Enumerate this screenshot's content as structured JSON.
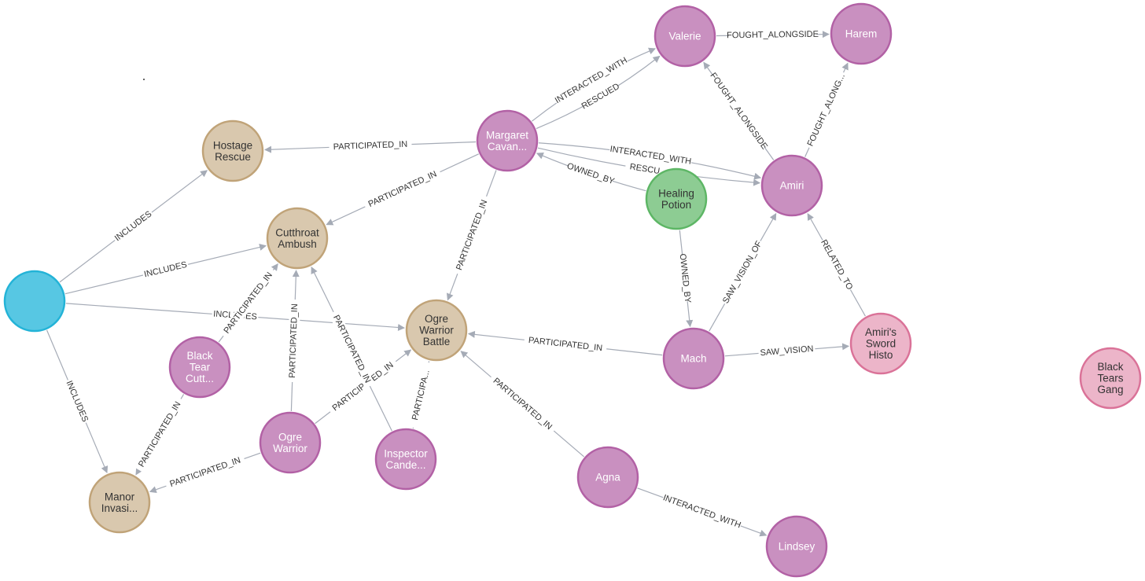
{
  "graph": {
    "node_types": {
      "group": {
        "fill": "#57c7e3",
        "stroke": "#23b3d7",
        "text": "#ffffff"
      },
      "event": {
        "fill": "#d9c8ae",
        "stroke": "#c0a378",
        "text": "#333333"
      },
      "character": {
        "fill": "#c990c0",
        "stroke": "#b261a5",
        "text": "#ffffff"
      },
      "item": {
        "fill": "#8dcc93",
        "stroke": "#5db665",
        "text": "#333333"
      },
      "lore": {
        "fill": "#ecb5c9",
        "stroke": "#da7298",
        "text": "#333333"
      }
    },
    "nodes": [
      {
        "id": "root",
        "type": "group",
        "label": []
      },
      {
        "id": "hostage",
        "type": "event",
        "label": [
          "Hostage",
          "Rescue"
        ]
      },
      {
        "id": "cutthroat",
        "type": "event",
        "label": [
          "Cutthroat",
          "Ambush"
        ]
      },
      {
        "id": "ogrebattle",
        "type": "event",
        "label": [
          "Ogre",
          "Warrior",
          "Battle"
        ]
      },
      {
        "id": "manor",
        "type": "event",
        "label": [
          "Manor",
          "Invasi..."
        ]
      },
      {
        "id": "margaret",
        "type": "character",
        "label": [
          "Margaret",
          "Cavan..."
        ]
      },
      {
        "id": "valerie",
        "type": "character",
        "label": [
          "Valerie"
        ]
      },
      {
        "id": "harem",
        "type": "character",
        "label": [
          "Harem"
        ]
      },
      {
        "id": "amiri",
        "type": "character",
        "label": [
          "Amiri"
        ]
      },
      {
        "id": "potion",
        "type": "item",
        "label": [
          "Healing",
          "Potion"
        ]
      },
      {
        "id": "mach",
        "type": "character",
        "label": [
          "Mach"
        ]
      },
      {
        "id": "sword",
        "type": "lore",
        "label": [
          "Amiri's",
          "Sword",
          "Histo"
        ]
      },
      {
        "id": "blacktears",
        "type": "lore",
        "label": [
          "Black",
          "Tears",
          "Gang"
        ]
      },
      {
        "id": "blacktear",
        "type": "character",
        "label": [
          "Black",
          "Tear",
          "Cutt..."
        ]
      },
      {
        "id": "ogrewarrior",
        "type": "character",
        "label": [
          "Ogre",
          "Warrior"
        ]
      },
      {
        "id": "inspector",
        "type": "character",
        "label": [
          "Inspector",
          "Cande..."
        ]
      },
      {
        "id": "agna",
        "type": "character",
        "label": [
          "Agna"
        ]
      },
      {
        "id": "lindsey",
        "type": "character",
        "label": [
          "Lindsey"
        ]
      }
    ],
    "edges": [
      {
        "source": "root",
        "target": "hostage",
        "label": "INCLUDES"
      },
      {
        "source": "root",
        "target": "cutthroat",
        "label": "INCLUDES"
      },
      {
        "source": "root",
        "target": "ogrebattle",
        "label": "INCLUDES"
      },
      {
        "source": "root",
        "target": "manor",
        "label": "INCLUDES"
      },
      {
        "source": "margaret",
        "target": "hostage",
        "label": "PARTICIPATED_IN"
      },
      {
        "source": "margaret",
        "target": "cutthroat",
        "label": "PARTICIPATED_IN"
      },
      {
        "source": "margaret",
        "target": "ogrebattle",
        "label": "PARTICIPATED_IN"
      },
      {
        "source": "margaret",
        "target": "valerie",
        "label": "INTERACTED_WITH"
      },
      {
        "source": "margaret",
        "target": "valerie",
        "label": "RESCUED"
      },
      {
        "source": "margaret",
        "target": "amiri",
        "label": "INTERACTED_WITH"
      },
      {
        "source": "potion",
        "target": "margaret",
        "label": "OWNED_BY"
      },
      {
        "source": "margaret",
        "target": "amiri",
        "label": "RESCU..."
      },
      {
        "source": "potion",
        "target": "mach",
        "label": "OWNED_BY"
      },
      {
        "source": "valerie",
        "target": "harem",
        "label": "FOUGHT_ALONGSIDE"
      },
      {
        "source": "amiri",
        "target": "valerie",
        "label": "FOUGHT_ALONGSIDE"
      },
      {
        "source": "amiri",
        "target": "harem",
        "label": "FOUGHT_ALONG..."
      },
      {
        "source": "mach",
        "target": "amiri",
        "label": "SAW_VISION_OF"
      },
      {
        "source": "sword",
        "target": "amiri",
        "label": "RELATED_TO"
      },
      {
        "source": "mach",
        "target": "sword",
        "label": "SAW_VISION"
      },
      {
        "source": "mach",
        "target": "ogrebattle",
        "label": "PARTICIPATED_IN"
      },
      {
        "source": "blacktear",
        "target": "cutthroat",
        "label": "PARTICIPATED_IN"
      },
      {
        "source": "blacktear",
        "target": "manor",
        "label": "PARTICIPATED_IN"
      },
      {
        "source": "ogrewarrior",
        "target": "cutthroat",
        "label": "PARTICIPATED_IN"
      },
      {
        "source": "ogrewarrior",
        "target": "ogrebattle",
        "label": "PARTICIPATED_IN"
      },
      {
        "source": "ogrewarrior",
        "target": "manor",
        "label": "PARTICIPATED_IN"
      },
      {
        "source": "inspector",
        "target": "cutthroat",
        "label": "PARTICIPATED_IN"
      },
      {
        "source": "inspector",
        "target": "ogrebattle",
        "label": "PARTICIPA..."
      },
      {
        "source": "agna",
        "target": "ogrebattle",
        "label": "PARTICIPATED_IN"
      },
      {
        "source": "agna",
        "target": "lindsey",
        "label": "INTERACTED_WITH"
      }
    ]
  }
}
